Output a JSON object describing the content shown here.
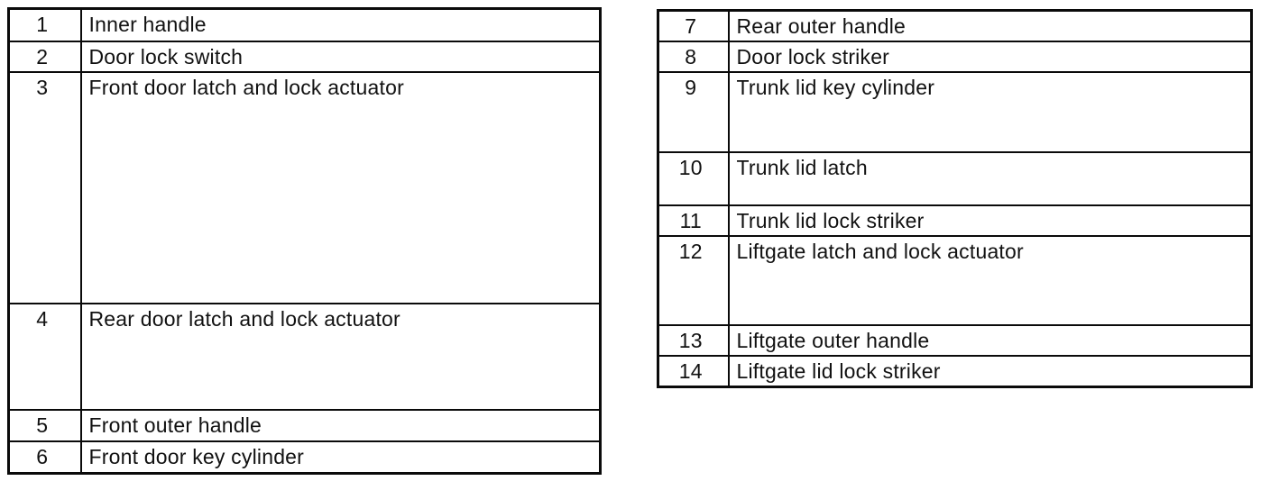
{
  "page": {
    "background": "#ffffff",
    "text_color": "#111111",
    "border_color": "#0a0a0a",
    "description": "Scanned two-column parts legend table"
  },
  "left_table": {
    "rows": [
      {
        "num": "1",
        "label": "Inner handle"
      },
      {
        "num": "2",
        "label": "Door lock switch"
      },
      {
        "num": "3",
        "label": "Front door latch and lock actuator"
      },
      {
        "num": "4",
        "label": "Rear door latch and lock actuator"
      },
      {
        "num": "5",
        "label": "Front outer handle"
      },
      {
        "num": "6",
        "label": "Front door key cylinder"
      }
    ]
  },
  "right_table": {
    "rows": [
      {
        "num": "7",
        "label": "Rear outer handle"
      },
      {
        "num": "8",
        "label": "Door lock striker"
      },
      {
        "num": "9",
        "label": "Trunk lid key cylinder"
      },
      {
        "num": "10",
        "label": "Trunk lid latch"
      },
      {
        "num": "11",
        "label": "Trunk lid lock striker"
      },
      {
        "num": "12",
        "label": "Liftgate latch and lock actuator"
      },
      {
        "num": "13",
        "label": "Liftgate outer handle"
      },
      {
        "num": "14",
        "label": "Liftgate lid lock striker"
      }
    ]
  }
}
